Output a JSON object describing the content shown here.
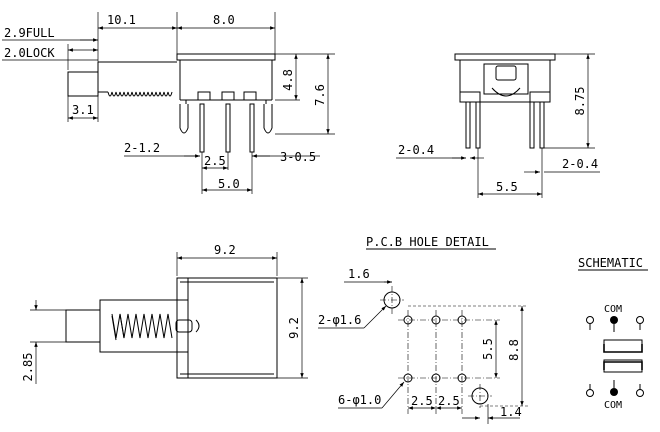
{
  "drawing": {
    "side_view": {
      "dims": {
        "stroke_full": "2.9FULL",
        "stroke_lock": "2.0LOCK",
        "actuator_len": "10.1",
        "body_len": "8.0",
        "body_height": "4.8",
        "total_height": "7.6",
        "button_dia": "3.1",
        "pin_width": "2-1.2",
        "pitch": "2.5",
        "pin_thk": "3-0.5",
        "span": "5.0"
      }
    },
    "end_view": {
      "dims": {
        "lead_left": "2-0.4",
        "lead_right": "2-0.4",
        "lead_span": "5.5",
        "height": "8.75"
      }
    },
    "top_view": {
      "dims": {
        "width": "9.2",
        "depth": "9.2",
        "button_offset": "2.85"
      }
    },
    "pcb": {
      "title": "P.C.B HOLE DETAIL",
      "dims": {
        "mount_offset": "1.6",
        "mount_holes": "2-φ1.6",
        "signal_holes": "6-φ1.0",
        "pitch_a": "2.5",
        "pitch_b": "2.5",
        "row_gap": "5.5",
        "total_h": "8.8",
        "edge_offset": "1.4"
      }
    },
    "schematic": {
      "title": "SCHEMATIC",
      "com_top": "COM",
      "com_bottom": "COM"
    }
  }
}
